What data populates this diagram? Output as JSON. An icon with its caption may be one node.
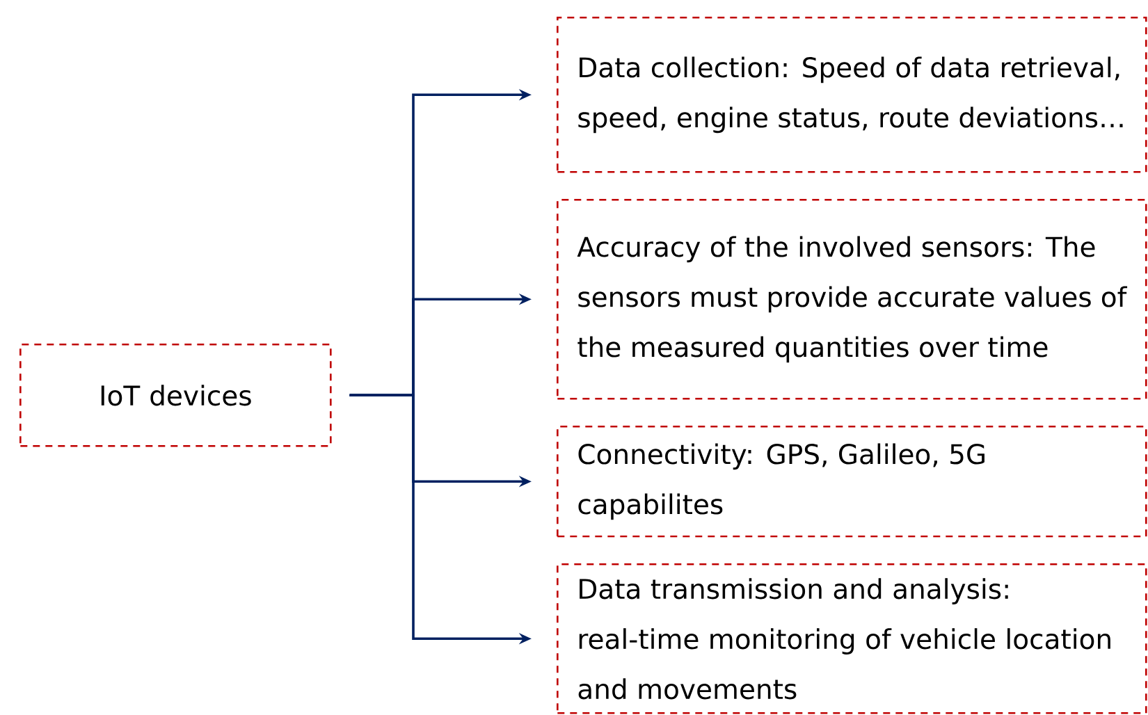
{
  "diagram": {
    "nodes": [
      {
        "text": [
          "IoT devices"
        ]
      },
      {
        "text": [
          "Data collection: Speed of data retrieval, speed, engine status, route deviations…"
        ]
      },
      {
        "text": [
          "Accuracy of the involved sensors: The sensors must provide accurate values of the measured quantities over time"
        ]
      },
      {
        "text": [
          "Connectivity: GPS, Galileo, 5G capabilites"
        ]
      },
      {
        "text": [
          "Data transmission and analysis: real-time monitoring of vehicle location and movements"
        ]
      }
    ],
    "edges": [
      {
        "from": 0,
        "to": 1,
        "arrow": "to"
      },
      {
        "from": 0,
        "to": 2,
        "arrow": "to"
      },
      {
        "from": 0,
        "to": 3,
        "arrow": "to"
      },
      {
        "from": 0,
        "to": 4,
        "arrow": "to"
      }
    ]
  }
}
